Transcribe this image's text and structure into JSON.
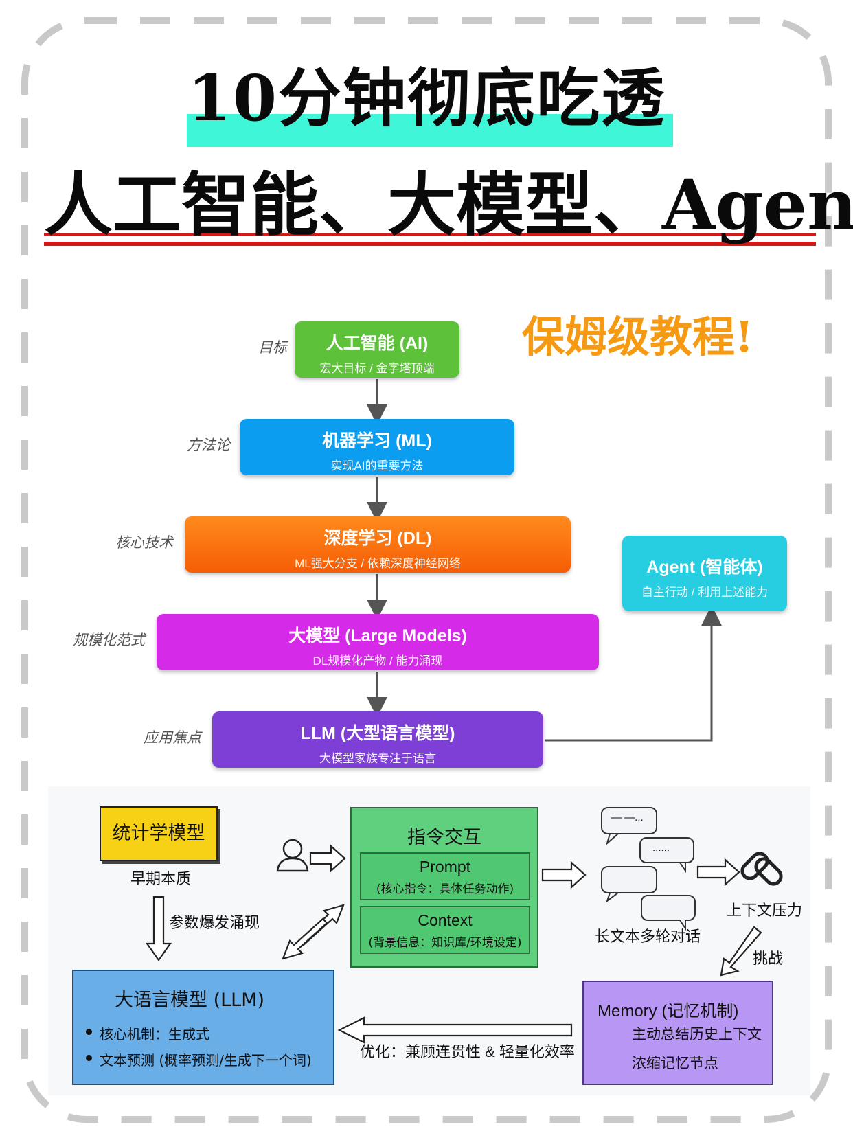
{
  "title": {
    "line1": "10分钟彻底吃透",
    "line2": "人工智能、大模型、Agent",
    "tag": "保姆级教程!"
  },
  "hierarchy": [
    {
      "level": "目标",
      "title": "人工智能 (AI)",
      "subtitle": "宏大目标 / 金字塔顶端",
      "color": "#5dc23a"
    },
    {
      "level": "方法论",
      "title": "机器学习 (ML)",
      "subtitle": "实现AI的重要方法",
      "color": "#0b9ef0"
    },
    {
      "level": "核心技术",
      "title": "深度学习 (DL)",
      "subtitle": "ML强大分支 / 依赖深度神经网络",
      "color": "#fb6d0c"
    },
    {
      "level": "规模化范式",
      "title": "大模型 (Large Models)",
      "subtitle": "DL规模化产物 / 能力涌现",
      "color": "#d52ae8"
    },
    {
      "level": "应用焦点",
      "title": "LLM (大型语言模型)",
      "subtitle": "大模型家族专注于语言",
      "color": "#7d3fd6"
    }
  ],
  "agent": {
    "title": "Agent (智能体)",
    "subtitle": "自主行动 / 利用上述能力",
    "color": "#27cde0"
  },
  "evolution": {
    "stat_model": "统计学模型",
    "early_essence": "早期本质",
    "param_burst": "参数爆发涌现",
    "instruction": {
      "title": "指令交互",
      "prompt": "Prompt",
      "prompt_desc": "(核心指令：具体任务动作)",
      "context": "Context",
      "context_desc": "(背景信息：知识库/环境设定)"
    },
    "long_dialog": "长文本多轮对话",
    "bubble_1": "— —...",
    "bubble_2": "......",
    "context_pressure": "上下文压力",
    "challenge": "挑战",
    "llm": {
      "title": "大语言模型 (LLM)",
      "item1": "核心机制：生成式",
      "item2": "文本预测 (概率预测/生成下一个词)"
    },
    "memory": {
      "title": "Memory (记忆机制)",
      "item1": "主动总结历史上下文",
      "item2": "浓缩记忆节点"
    },
    "optimize": "优化：兼顾连贯性 & 轻量化效率"
  },
  "colors": {
    "title_highlight": "#3ff7d8",
    "underline": "#d11b1b",
    "tag": "#f59a12",
    "stat_box": "#f7d116",
    "instruction_box": "#5ed07e",
    "llm_box": "#6aaee8",
    "memory_box": "#b896f4"
  }
}
